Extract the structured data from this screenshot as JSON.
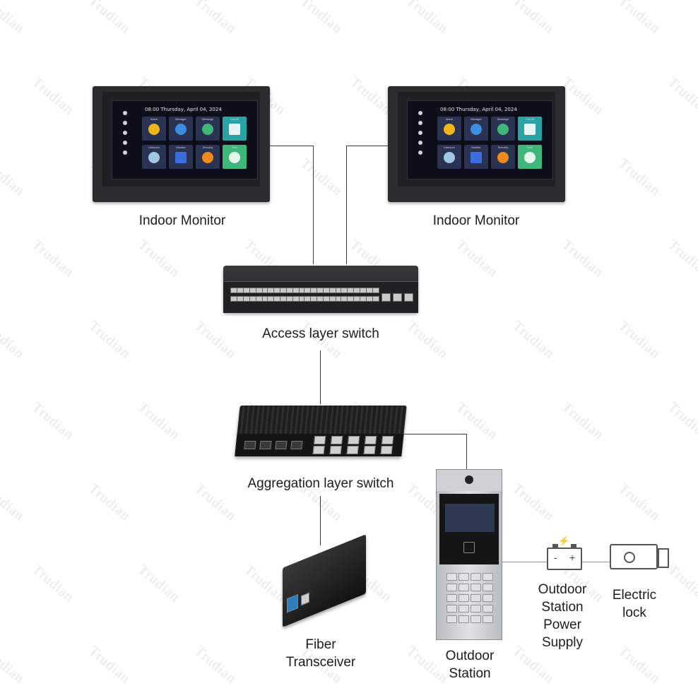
{
  "watermark": "Trudian",
  "nodes": {
    "indoor_monitor_left": "Indoor Monitor",
    "indoor_monitor_right": "Indoor Monitor",
    "access_switch": "Access layer switch",
    "aggregation_switch": "Aggregation layer switch",
    "fiber_transceiver": [
      "Fiber",
      "Transceiver"
    ],
    "outdoor_station": [
      "Outdoor",
      "Station"
    ],
    "outdoor_station_power_supply": [
      "Outdoor",
      "Station",
      "Power",
      "Supply"
    ],
    "electric_lock": [
      "Electric",
      "lock"
    ]
  },
  "monitor_screen": {
    "time": "08:00  Thursday, April 04, 2024",
    "tiles": [
      "Alarm",
      "Manager",
      "Message",
      "Call lift",
      "Intercom",
      "Monitor",
      "Security",
      "Safe"
    ]
  },
  "psu_symbols": {
    "minus": "-",
    "plus": "+"
  },
  "colors": {
    "wire": "#3b3b3b",
    "power_wire": "#58a7d6",
    "tile_alarm": "#f2b51c",
    "tile_safe": "#3fb67a",
    "tile_lift": "#2aa3a6"
  }
}
